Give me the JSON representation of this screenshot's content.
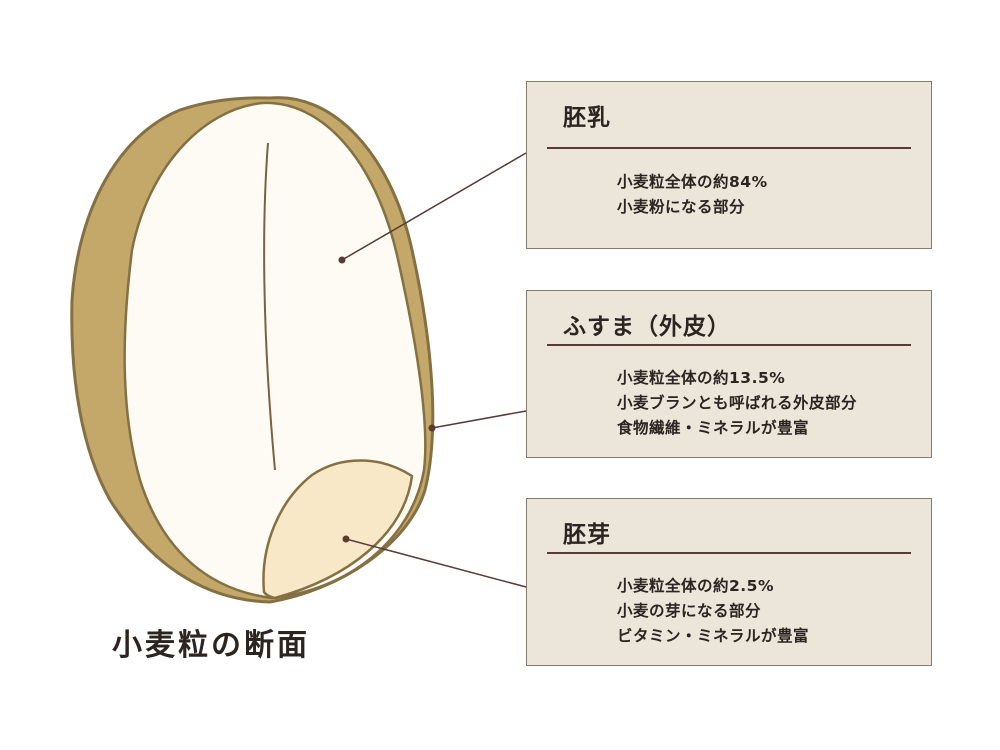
{
  "caption": "小麦粒の断面",
  "colors": {
    "husk": "#c3a86a",
    "husk_outline": "#857043",
    "endosperm": "#fdfbf4",
    "germ": "#f9e8c7",
    "panel_bg": "#ece5d9",
    "panel_border": "#8a7a6d",
    "leader_line": "#5a3a32",
    "text": "#2b2420"
  },
  "parts": [
    {
      "id": "endosperm",
      "title": "胚乳",
      "lines": [
        "小麦粒全体の約84%",
        "小麦粉になる部分"
      ]
    },
    {
      "id": "bran",
      "title": "ふすま（外皮）",
      "lines": [
        "小麦粒全体の約13.5%",
        "小麦ブランとも呼ばれる外皮部分",
        "食物繊維・ミネラルが豊富"
      ]
    },
    {
      "id": "germ",
      "title": "胚芽",
      "lines": [
        "小麦粒全体の約2.5%",
        "小麦の芽になる部分",
        "ビタミン・ミネラルが豊富"
      ]
    }
  ]
}
